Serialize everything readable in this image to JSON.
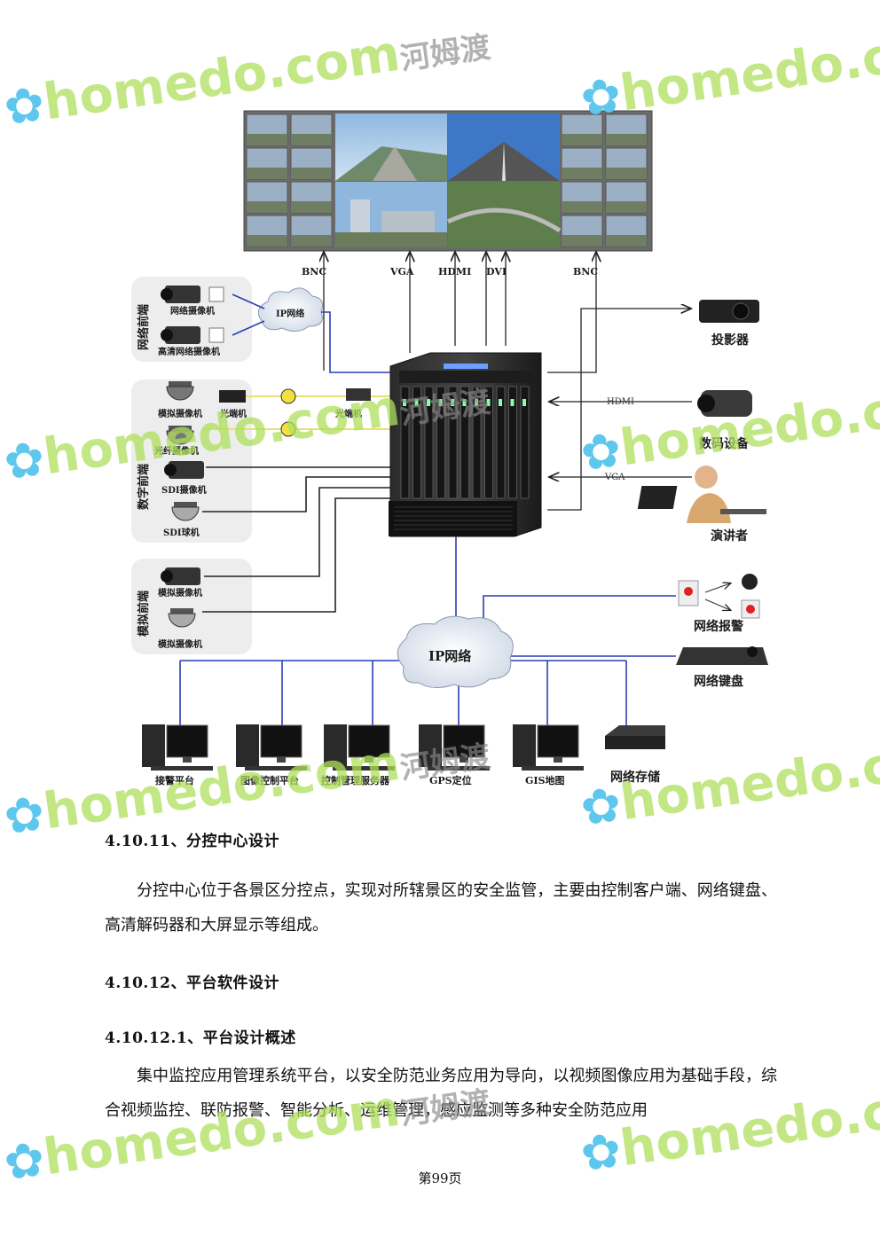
{
  "diagram": {
    "video_wall_inputs": [
      "BNC",
      "VGA",
      "HDMI",
      "DVI",
      "BNC"
    ],
    "groups": [
      "网络前端",
      "数字前端",
      "模拟前端"
    ],
    "cloud_small": "IP网络",
    "cloud_main": "IP网络",
    "network_devices": [
      "网络摄像机",
      "高清网络摄像机"
    ],
    "digital_devices": [
      "模拟摄像机",
      "光端机",
      "光纤摄像机",
      "SDI摄像机",
      "SDI球机"
    ],
    "analog_devices": [
      "模拟摄像机",
      "模拟摄像机"
    ],
    "optical_terminal": "光端机",
    "right_devices": [
      "投影器",
      "数码设备",
      "演讲者",
      "网络报警",
      "网络键盘"
    ],
    "link_labels": [
      "HDMI",
      "VGA"
    ],
    "bottom_devices": [
      "接警平台",
      "图像控制平台",
      "控制管理服务器",
      "GPS定位",
      "GIS地图",
      "网络存储"
    ]
  },
  "content": {
    "h1": "4.10.11、分控中心设计",
    "p1": "分控中心位于各景区分控点，实现对所辖景区的安全监管，主要由控制客户端、网络键盘、高清解码器和大屏显示等组成。",
    "h2": "4.10.12、平台软件设计",
    "h3": "4.10.12.1、平台设计概述",
    "p2": "集中监控应用管理系统平台，以安全防范业务应用为导向，以视频图像应用为基础手段，综合视频监控、联防报警、智能分析、运维管理，感应监测等多种安全防范应用"
  },
  "footer": {
    "page": "第99页"
  },
  "watermark": {
    "brand": "homedo.com",
    "cn": "河姆渡"
  },
  "colors": {
    "line_blue": "#2a3fb0",
    "watermark_green": "#aee05c",
    "yellow": "#e8e070"
  }
}
